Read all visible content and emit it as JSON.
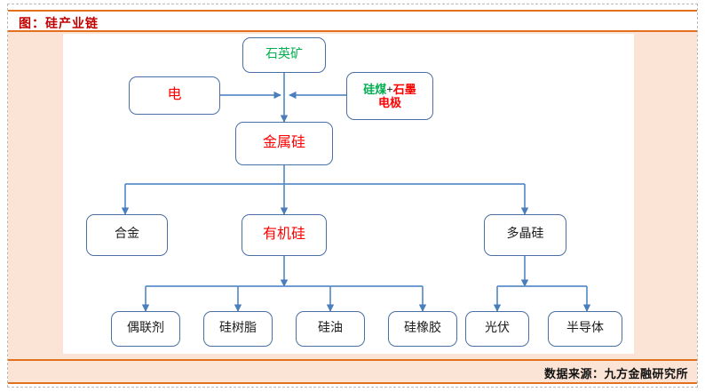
{
  "header": {
    "title": "图：硅产业链"
  },
  "footer": {
    "source": "数据来源：九方金融研究所"
  },
  "colors": {
    "frame_orange": "#e2701e",
    "body_peach": "#fbe3d5",
    "node_border_blue": "#4a6fa5",
    "arrow_blue": "#5b8fc9",
    "title_red": "#c00000",
    "text_red": "#ff0000",
    "text_green": "#00b050",
    "text_black": "#1c1c1c"
  },
  "diagram": {
    "type": "flowchart",
    "title": "硅产业链",
    "nodes": [
      {
        "id": "quartz",
        "label": "石英矿",
        "color": "green"
      },
      {
        "id": "electricity",
        "label": "电",
        "color": "red"
      },
      {
        "id": "coal_graphite_line1_a",
        "label": "硅煤",
        "color": "green"
      },
      {
        "id": "coal_graphite_plus",
        "label": "+",
        "color": "black"
      },
      {
        "id": "coal_graphite_line1_b",
        "label": "石墨",
        "color": "red"
      },
      {
        "id": "coal_graphite_line2",
        "label": "电极",
        "color": "red"
      },
      {
        "id": "metal_si",
        "label": "金属硅",
        "color": "red"
      },
      {
        "id": "alloy",
        "label": "合金",
        "color": "black"
      },
      {
        "id": "organosi",
        "label": "有机硅",
        "color": "red"
      },
      {
        "id": "polysi",
        "label": "多晶硅",
        "color": "black"
      },
      {
        "id": "coupling",
        "label": "偶联剂",
        "color": "black"
      },
      {
        "id": "resin",
        "label": "硅树脂",
        "color": "black"
      },
      {
        "id": "oil",
        "label": "硅油",
        "color": "black"
      },
      {
        "id": "rubber",
        "label": "硅橡胶",
        "color": "black"
      },
      {
        "id": "pv",
        "label": "光伏",
        "color": "black"
      },
      {
        "id": "semi",
        "label": "半导体",
        "color": "black"
      }
    ],
    "edges": [
      {
        "from": "quartz",
        "to": "metal_si"
      },
      {
        "from": "electricity",
        "to": "metal_si"
      },
      {
        "from": "coal_graphite",
        "to": "metal_si"
      },
      {
        "from": "metal_si",
        "to": "alloy"
      },
      {
        "from": "metal_si",
        "to": "organosi"
      },
      {
        "from": "metal_si",
        "to": "polysi"
      },
      {
        "from": "organosi",
        "to": "coupling"
      },
      {
        "from": "organosi",
        "to": "resin"
      },
      {
        "from": "organosi",
        "to": "oil"
      },
      {
        "from": "organosi",
        "to": "rubber"
      },
      {
        "from": "polysi",
        "to": "pv"
      },
      {
        "from": "polysi",
        "to": "semi"
      }
    ]
  }
}
